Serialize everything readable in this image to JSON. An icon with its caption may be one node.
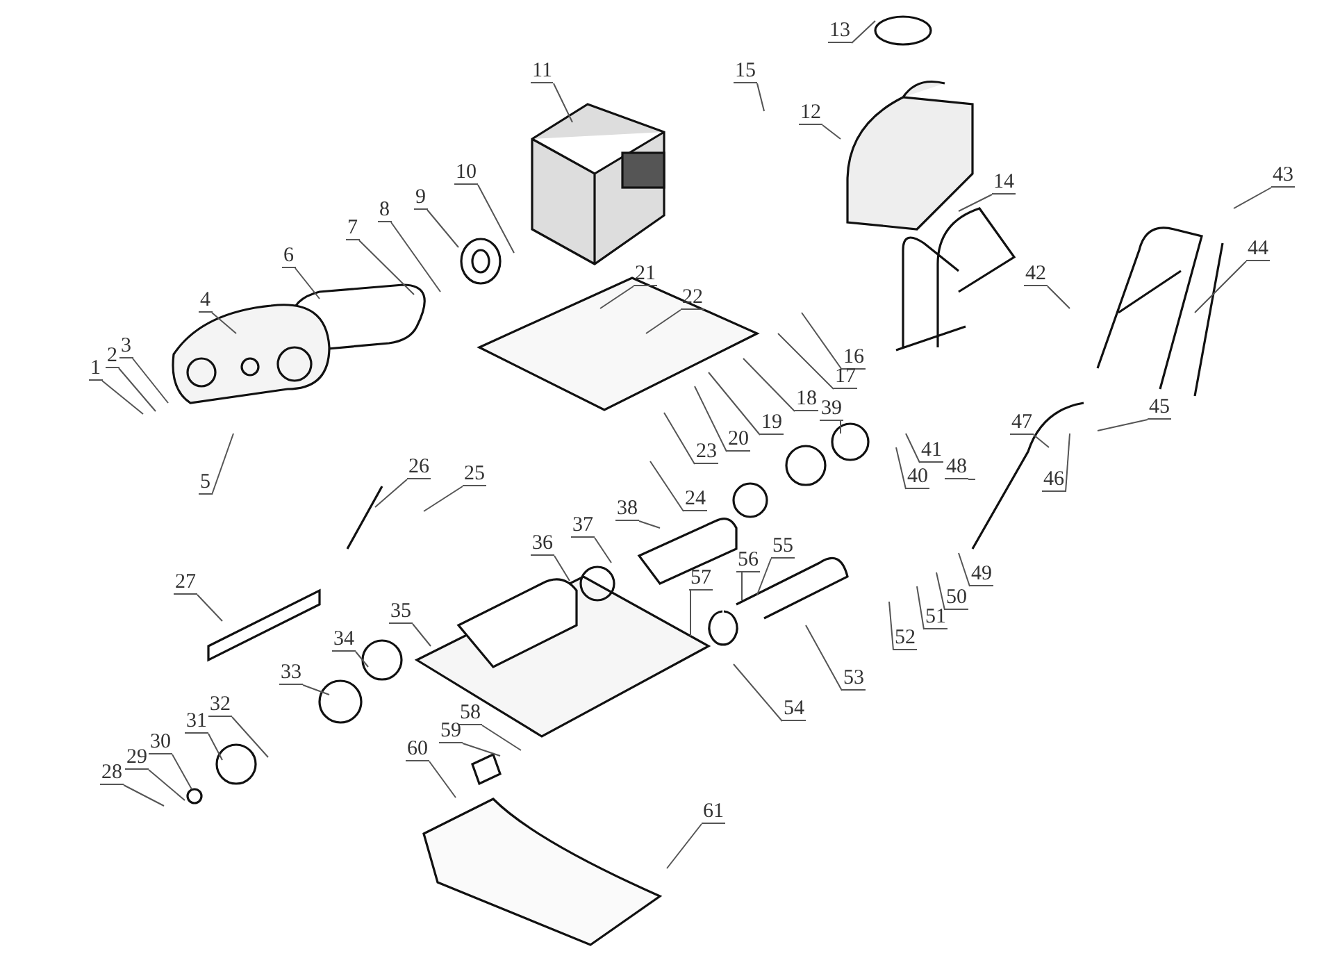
{
  "diagram": {
    "nodes": [
      {
        "text": [
          "1"
        ]
      },
      {
        "text": [
          "2"
        ]
      },
      {
        "text": [
          "3"
        ]
      },
      {
        "text": [
          "4"
        ]
      },
      {
        "text": [
          "5"
        ]
      },
      {
        "text": [
          "6"
        ]
      },
      {
        "text": [
          "7"
        ]
      },
      {
        "text": [
          "8"
        ]
      },
      {
        "text": [
          "9"
        ]
      },
      {
        "text": [
          "10"
        ]
      },
      {
        "text": [
          "11"
        ]
      },
      {
        "text": [
          "12"
        ]
      },
      {
        "text": [
          "13"
        ]
      },
      {
        "text": [
          "14"
        ]
      },
      {
        "text": [
          "15"
        ]
      },
      {
        "text": [
          "16"
        ]
      },
      {
        "text": [
          "17"
        ]
      },
      {
        "text": [
          "18"
        ]
      },
      {
        "text": [
          "19"
        ]
      },
      {
        "text": [
          "20"
        ]
      },
      {
        "text": [
          "21"
        ]
      },
      {
        "text": [
          "22"
        ]
      },
      {
        "text": [
          "23"
        ]
      },
      {
        "text": [
          "24"
        ]
      },
      {
        "text": [
          "25"
        ]
      },
      {
        "text": [
          "26"
        ]
      },
      {
        "text": [
          "27"
        ]
      },
      {
        "text": [
          "28"
        ]
      },
      {
        "text": [
          "29"
        ]
      },
      {
        "text": [
          "30"
        ]
      },
      {
        "text": [
          "31"
        ]
      },
      {
        "text": [
          "32"
        ]
      },
      {
        "text": [
          "33"
        ]
      },
      {
        "text": [
          "34"
        ]
      },
      {
        "text": [
          "35"
        ]
      },
      {
        "text": [
          "36"
        ]
      },
      {
        "text": [
          "37"
        ]
      },
      {
        "text": [
          "38"
        ]
      },
      {
        "text": [
          "39"
        ]
      },
      {
        "text": [
          "40"
        ]
      },
      {
        "text": [
          "41"
        ]
      },
      {
        "text": [
          "42"
        ]
      },
      {
        "text": [
          "43"
        ]
      },
      {
        "text": [
          "44"
        ]
      },
      {
        "text": [
          "45"
        ]
      },
      {
        "text": [
          "46"
        ]
      },
      {
        "text": [
          "47"
        ]
      },
      {
        "text": [
          "48"
        ]
      },
      {
        "text": [
          "49"
        ]
      },
      {
        "text": [
          "50"
        ]
      },
      {
        "text": [
          "51"
        ]
      },
      {
        "text": [
          "52"
        ]
      },
      {
        "text": [
          "53"
        ]
      },
      {
        "text": [
          "54"
        ]
      },
      {
        "text": [
          "55"
        ]
      },
      {
        "text": [
          "56"
        ]
      },
      {
        "text": [
          "57"
        ]
      },
      {
        "text": [
          "58"
        ]
      },
      {
        "text": [
          "59"
        ]
      },
      {
        "text": [
          "60"
        ]
      },
      {
        "text": [
          "61"
        ]
      }
    ],
    "edges": [
      {
        "from": 0,
        "to": null,
        "arrow": "none"
      },
      {
        "from": 1,
        "to": null,
        "arrow": "none"
      },
      {
        "from": 2,
        "to": null,
        "arrow": "none"
      },
      {
        "from": 3,
        "to": null,
        "arrow": "none"
      },
      {
        "from": 4,
        "to": null,
        "arrow": "none"
      },
      {
        "from": 5,
        "to": null,
        "arrow": "none"
      },
      {
        "from": 6,
        "to": null,
        "arrow": "none"
      },
      {
        "from": 7,
        "to": null,
        "arrow": "none"
      },
      {
        "from": 8,
        "to": null,
        "arrow": "none"
      },
      {
        "from": 9,
        "to": null,
        "arrow": "none"
      },
      {
        "from": 10,
        "to": null,
        "arrow": "none"
      },
      {
        "from": 11,
        "to": null,
        "arrow": "none"
      },
      {
        "from": 12,
        "to": null,
        "arrow": "none"
      },
      {
        "from": 13,
        "to": null,
        "arrow": "none"
      },
      {
        "from": 14,
        "to": null,
        "arrow": "none"
      },
      {
        "from": 15,
        "to": null,
        "arrow": "none"
      },
      {
        "from": 16,
        "to": null,
        "arrow": "none"
      },
      {
        "from": 17,
        "to": null,
        "arrow": "none"
      },
      {
        "from": 18,
        "to": null,
        "arrow": "none"
      },
      {
        "from": 19,
        "to": null,
        "arrow": "none"
      },
      {
        "from": 20,
        "to": null,
        "arrow": "none"
      },
      {
        "from": 21,
        "to": null,
        "arrow": "none"
      },
      {
        "from": 22,
        "to": null,
        "arrow": "none"
      },
      {
        "from": 23,
        "to": null,
        "arrow": "none"
      },
      {
        "from": 24,
        "to": null,
        "arrow": "none"
      },
      {
        "from": 25,
        "to": null,
        "arrow": "none"
      },
      {
        "from": 26,
        "to": null,
        "arrow": "none"
      },
      {
        "from": 27,
        "to": null,
        "arrow": "none"
      },
      {
        "from": 28,
        "to": null,
        "arrow": "none"
      },
      {
        "from": 29,
        "to": null,
        "arrow": "none"
      },
      {
        "from": 30,
        "to": null,
        "arrow": "none"
      },
      {
        "from": 31,
        "to": null,
        "arrow": "none"
      },
      {
        "from": 32,
        "to": null,
        "arrow": "none"
      },
      {
        "from": 33,
        "to": null,
        "arrow": "none"
      },
      {
        "from": 34,
        "to": null,
        "arrow": "none"
      },
      {
        "from": 35,
        "to": null,
        "arrow": "none"
      },
      {
        "from": 36,
        "to": null,
        "arrow": "none"
      },
      {
        "from": 37,
        "to": null,
        "arrow": "none"
      },
      {
        "from": 38,
        "to": null,
        "arrow": "none"
      },
      {
        "from": 39,
        "to": null,
        "arrow": "none"
      },
      {
        "from": 40,
        "to": null,
        "arrow": "none"
      },
      {
        "from": 41,
        "to": null,
        "arrow": "none"
      },
      {
        "from": 42,
        "to": null,
        "arrow": "none"
      },
      {
        "from": 43,
        "to": null,
        "arrow": "none"
      },
      {
        "from": 44,
        "to": null,
        "arrow": "none"
      },
      {
        "from": 45,
        "to": null,
        "arrow": "none"
      },
      {
        "from": 46,
        "to": null,
        "arrow": "none"
      },
      {
        "from": 47,
        "to": null,
        "arrow": "none"
      },
      {
        "from": 48,
        "to": null,
        "arrow": "none"
      },
      {
        "from": 49,
        "to": null,
        "arrow": "none"
      },
      {
        "from": 50,
        "to": null,
        "arrow": "none"
      },
      {
        "from": 51,
        "to": null,
        "arrow": "none"
      },
      {
        "from": 52,
        "to": null,
        "arrow": "none"
      },
      {
        "from": 53,
        "to": null,
        "arrow": "none"
      },
      {
        "from": 54,
        "to": null,
        "arrow": "none"
      },
      {
        "from": 55,
        "to": null,
        "arrow": "none"
      },
      {
        "from": 56,
        "to": null,
        "arrow": "none"
      },
      {
        "from": 57,
        "to": null,
        "arrow": "none"
      },
      {
        "from": 58,
        "to": null,
        "arrow": "none"
      },
      {
        "from": 59,
        "to": null,
        "arrow": "none"
      },
      {
        "from": 60,
        "to": null,
        "arrow": "none"
      }
    ]
  }
}
